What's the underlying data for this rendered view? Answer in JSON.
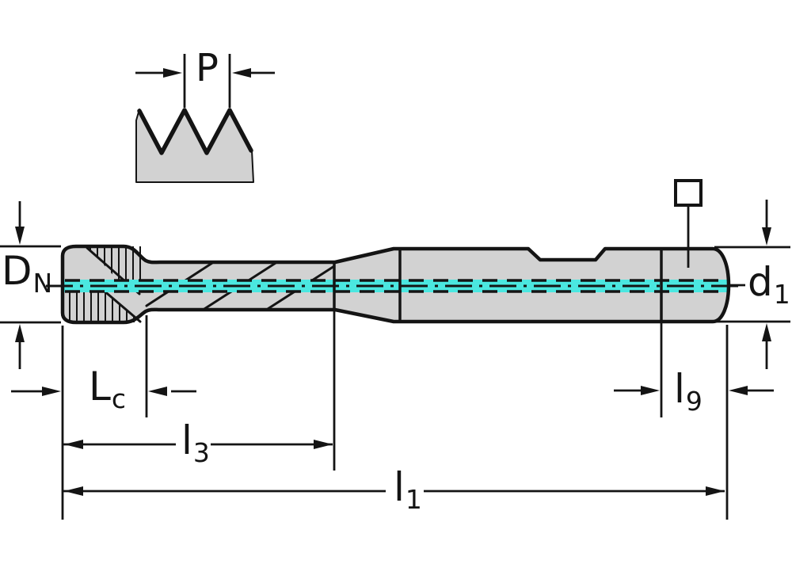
{
  "drawing": {
    "title": "Thread tap dimensional drawing",
    "labels": {
      "pitch": {
        "main": "P",
        "sub": ""
      },
      "nominal_diameter": {
        "main": "D",
        "sub": "N"
      },
      "shank_diameter": {
        "main": "d",
        "sub": "1"
      },
      "chamfer_length": {
        "main": "L",
        "sub": "c"
      },
      "thread_length": {
        "main": "l",
        "sub": "3"
      },
      "square_length": {
        "main": "l",
        "sub": "9"
      },
      "overall_length": {
        "main": "l",
        "sub": "1"
      }
    },
    "symbols": {
      "square_drive": "square-outline-symbol"
    },
    "colors": {
      "centerline": "#4be7e0",
      "body_fill": "#d2d2d2",
      "line": "#141414"
    }
  }
}
